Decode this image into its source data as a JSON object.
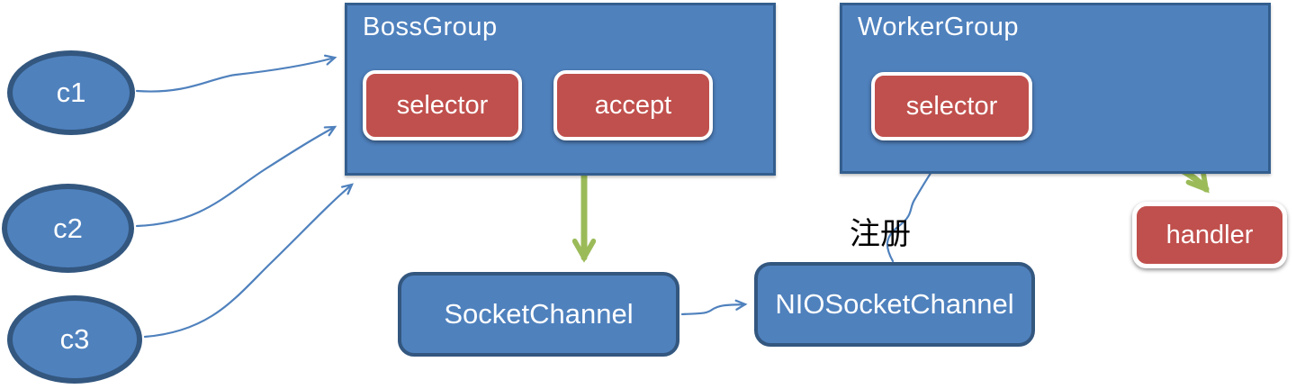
{
  "diagram": {
    "clients": [
      {
        "label": "c1"
      },
      {
        "label": "c2"
      },
      {
        "label": "c3"
      }
    ],
    "boss_group": {
      "title": "BossGroup",
      "selector_label": "selector",
      "accept_label": "accept"
    },
    "worker_group": {
      "title": "WorkerGroup",
      "selector_label": "selector"
    },
    "socket_channel": {
      "label": "SocketChannel"
    },
    "nio_socket_channel": {
      "label": "NIOSocketChannel"
    },
    "handler": {
      "label": "handler"
    },
    "register_annotation": "注册",
    "edges": [
      {
        "from": "c1",
        "to": "boss-group",
        "style": "thin-blue-curve"
      },
      {
        "from": "c2",
        "to": "boss-group",
        "style": "thin-blue-curve"
      },
      {
        "from": "c3",
        "to": "boss-group",
        "style": "thin-blue-curve"
      },
      {
        "from": "accept",
        "to": "socket-channel",
        "style": "thick-green"
      },
      {
        "from": "socket-channel",
        "to": "nio-socket-channel",
        "style": "thin-blue-curve"
      },
      {
        "from": "nio-socket-channel",
        "to": "worker-selector",
        "style": "thin-blue-curve",
        "label": "注册"
      },
      {
        "from": "worker-group",
        "to": "handler",
        "style": "thick-green"
      }
    ],
    "colors": {
      "node_fill": "#4f81bd",
      "box_border": "#335e8e",
      "ellipse_border": "#33577f",
      "chip_fill": "#c0504d",
      "green": "#9bbb59",
      "blue_arrow": "#4f81bd",
      "node_text": "#ffffff",
      "annotation": "#000000"
    }
  }
}
